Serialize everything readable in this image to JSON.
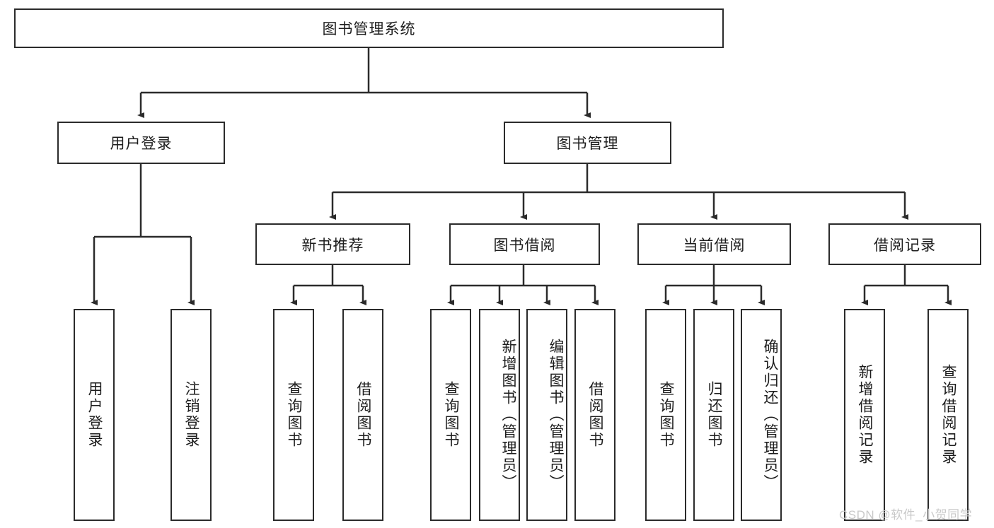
{
  "diagram": {
    "type": "tree",
    "title": "图书管理系统",
    "root": {
      "label": "图书管理系统"
    },
    "level2": [
      {
        "label": "用户登录"
      },
      {
        "label": "图书管理"
      }
    ],
    "level3": [
      {
        "label": "新书推荐"
      },
      {
        "label": "图书借阅"
      },
      {
        "label": "当前借阅"
      },
      {
        "label": "借阅记录"
      }
    ],
    "leaves": {
      "user_login": [
        {
          "label": "用户登录"
        },
        {
          "label": "注销登录"
        }
      ],
      "new_book_recommend": [
        {
          "label": "查询图书"
        },
        {
          "label": "借阅图书"
        }
      ],
      "book_borrow": [
        {
          "label": "查询图书"
        },
        {
          "label": "新增图书（管理员）"
        },
        {
          "label": "编辑图书（管理员）"
        },
        {
          "label": "借阅图书"
        }
      ],
      "current_borrow": [
        {
          "label": "查询图书"
        },
        {
          "label": "归还图书"
        },
        {
          "label": "确认归还（管理员）"
        }
      ],
      "borrow_record": [
        {
          "label": "新增借阅记录"
        },
        {
          "label": "查询借阅记录"
        }
      ]
    }
  },
  "watermark": {
    "text": "CSDN @软件_小贺同学"
  },
  "colors": {
    "stroke": "#2b2b2b",
    "background": "#ffffff",
    "text": "#1d1d1d",
    "watermark": "#c9c9c9"
  }
}
